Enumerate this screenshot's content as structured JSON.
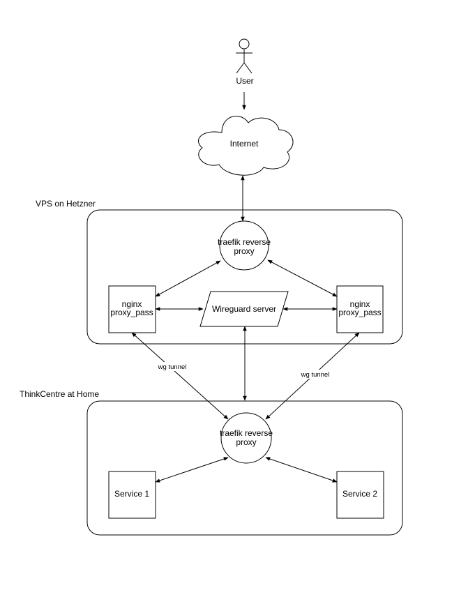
{
  "user": {
    "label": "User"
  },
  "internet": {
    "label": "Internet"
  },
  "vps": {
    "title": "VPS on Hetzner",
    "traefik": {
      "line1": "traefik reverse",
      "line2": "proxy"
    },
    "nginx_left": {
      "line1": "nginx",
      "line2": "proxy_pass"
    },
    "wireguard": {
      "label": "Wireguard server"
    },
    "nginx_right": {
      "line1": "nginx",
      "line2": "proxy_pass"
    }
  },
  "home": {
    "title": "ThinkCentre at Home",
    "traefik": {
      "line1": "traefik reverse",
      "line2": "proxy"
    },
    "service1": {
      "label": "Service 1"
    },
    "service2": {
      "label": "Service 2"
    }
  },
  "edges": {
    "wg_tunnel_left": "wg tunnel",
    "wg_tunnel_right": "wg tunnel"
  }
}
